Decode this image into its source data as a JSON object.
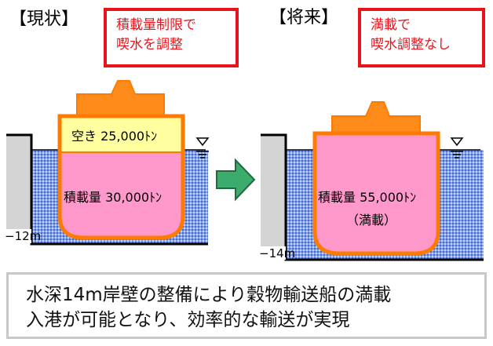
{
  "current": {
    "heading": "【現状】",
    "note": "積載量制限で\n喫水を調整",
    "empty_space": "空き 25,000ﾄﾝ",
    "load": "積載量 30,000ﾄﾝ",
    "depth": "−12m"
  },
  "future": {
    "heading": "【将来】",
    "note": "満載で\n喫水調整なし",
    "load": "積載量 55,000ﾄﾝ",
    "load_note": "（満載）",
    "depth": "−14m"
  },
  "caption": "水深14m岸壁の整備により穀物輸送船の満載\n入港が可能となり、効率的な輸送が実現",
  "colors": {
    "water": "#5a7ed8",
    "cargo": "#ff99cc",
    "hull": "#ff8c1a",
    "empty": "#ffffa0",
    "quay": "#d4d4d4",
    "arrow": "#3cac6c",
    "note_border": "#e8141c"
  }
}
